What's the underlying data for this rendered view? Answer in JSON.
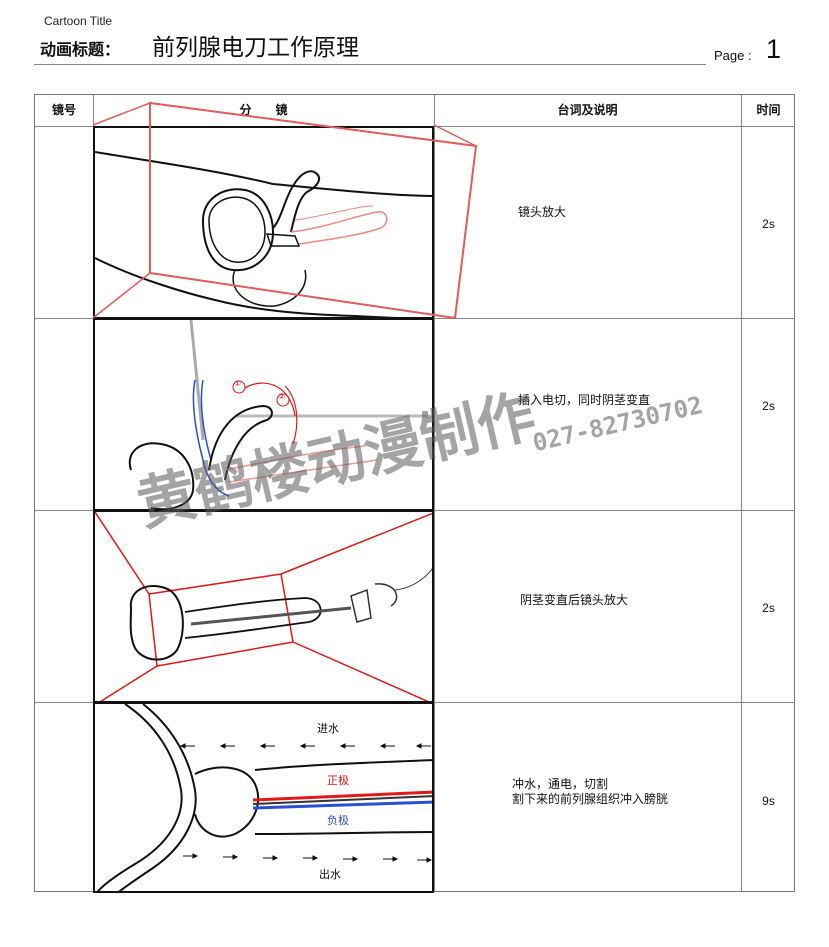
{
  "header": {
    "subtitle": "Cartoon Title",
    "label": "动画标题：",
    "title": "前列腺电刀工作原理",
    "page_label": "Page :",
    "page_number": "1"
  },
  "table": {
    "columns": [
      "镜号",
      "分　　镜",
      "台词及说明",
      "时间"
    ],
    "rows": [
      {
        "caption": "镜头放大",
        "time": "2s"
      },
      {
        "caption": "插入电切，同时阴茎变直",
        "time": "2s"
      },
      {
        "caption": "阴茎变直后镜头放大",
        "time": "2s"
      },
      {
        "caption": "冲水，通电，切割\n割下来的前列腺组织冲入膀胱",
        "time": "9s"
      }
    ]
  },
  "frames": {
    "frame2": {
      "markers": [
        "①",
        "②"
      ]
    },
    "frame4": {
      "in_label": "进水",
      "positive_label": "正极",
      "negative_label": "负极",
      "out_label": "出水"
    }
  },
  "watermark": {
    "studio": "黄鹤楼动漫制作",
    "phone": "027-82730702"
  },
  "colors": {
    "guide_red": "#e25c5c",
    "bright_red": "#e11818",
    "electrode_blue": "#2a4fd6",
    "line": "#111111"
  }
}
